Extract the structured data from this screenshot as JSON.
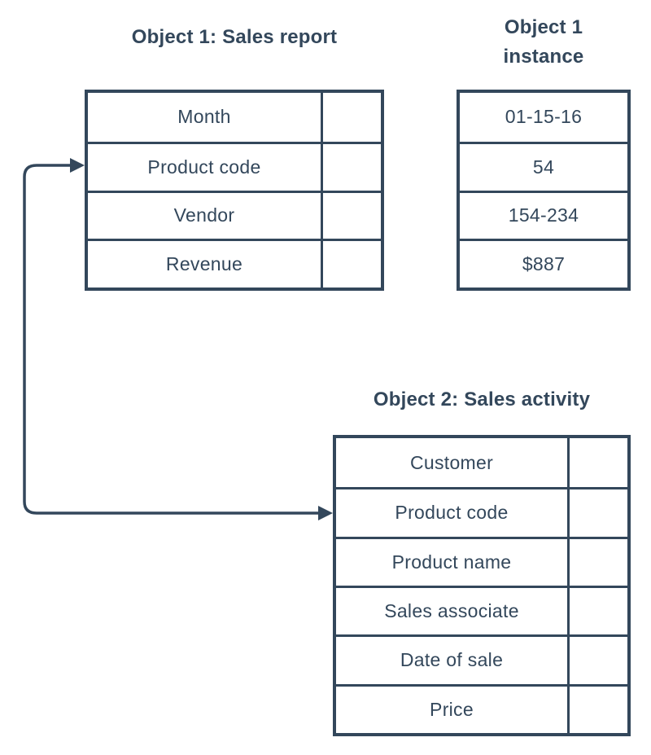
{
  "theme": {
    "ink": "#33475b",
    "bg": "#ffffff"
  },
  "object1": {
    "title": "Object 1: Sales report",
    "fields": [
      "Month",
      "Product code",
      "Vendor",
      "Revenue"
    ]
  },
  "object1_instance": {
    "title_line1": "Object 1",
    "title_line2": "instance",
    "values": [
      "01-15-16",
      "54",
      "154-234",
      "$887"
    ]
  },
  "object2": {
    "title": "Object 2: Sales activity",
    "fields": [
      "Customer",
      "Product code",
      "Product name",
      "Sales associate",
      "Date of sale",
      "Price"
    ]
  },
  "connector": {
    "from": "Object 1: Product code",
    "to": "Object 2: Product code",
    "style": "elbow, arrowheads into both Product code rows"
  }
}
